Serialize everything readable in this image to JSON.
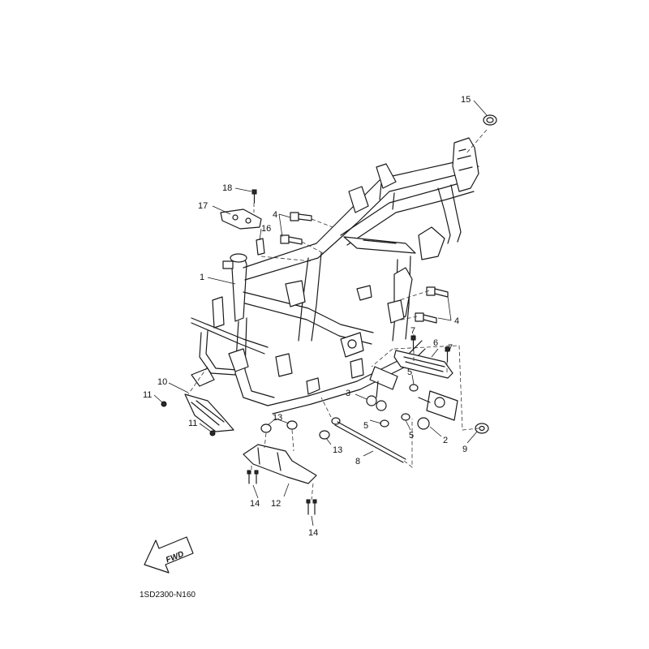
{
  "diagram": {
    "code": "1SD2300-N160",
    "fwd_label": "FWD",
    "callouts": [
      {
        "id": "c15",
        "text": "15"
      },
      {
        "id": "c18",
        "text": "18"
      },
      {
        "id": "c17",
        "text": "17"
      },
      {
        "id": "c4a",
        "text": "4"
      },
      {
        "id": "c16",
        "text": "16"
      },
      {
        "id": "c1",
        "text": "1"
      },
      {
        "id": "c4b",
        "text": "4"
      },
      {
        "id": "c7a",
        "text": "7"
      },
      {
        "id": "c6",
        "text": "6"
      },
      {
        "id": "c7b",
        "text": "7"
      },
      {
        "id": "c10",
        "text": "10"
      },
      {
        "id": "c11a",
        "text": "11"
      },
      {
        "id": "c11b",
        "text": "11"
      },
      {
        "id": "c5a",
        "text": "5"
      },
      {
        "id": "c3",
        "text": "3"
      },
      {
        "id": "c5b",
        "text": "5"
      },
      {
        "id": "c5c",
        "text": "5"
      },
      {
        "id": "c2",
        "text": "2"
      },
      {
        "id": "c9",
        "text": "9"
      },
      {
        "id": "c13a",
        "text": "13"
      },
      {
        "id": "c13b",
        "text": "13"
      },
      {
        "id": "c8",
        "text": "8"
      },
      {
        "id": "c14a",
        "text": "14"
      },
      {
        "id": "c12",
        "text": "12"
      },
      {
        "id": "c14b",
        "text": "14"
      }
    ]
  }
}
